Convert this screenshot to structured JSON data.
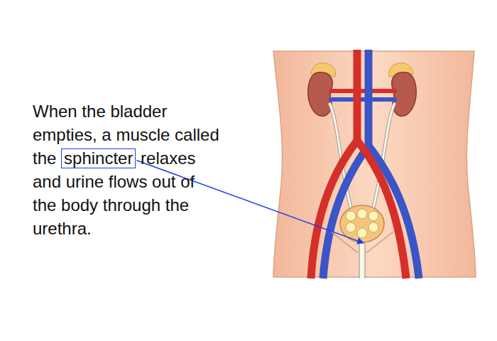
{
  "diagram": {
    "nodes": [
      {
        "text": [
          "sphincter"
        ]
      }
    ],
    "labels": [
      "When the bladder empties, a muscle called the",
      "relaxes and urine flows out of the body through the urethra."
    ]
  }
}
